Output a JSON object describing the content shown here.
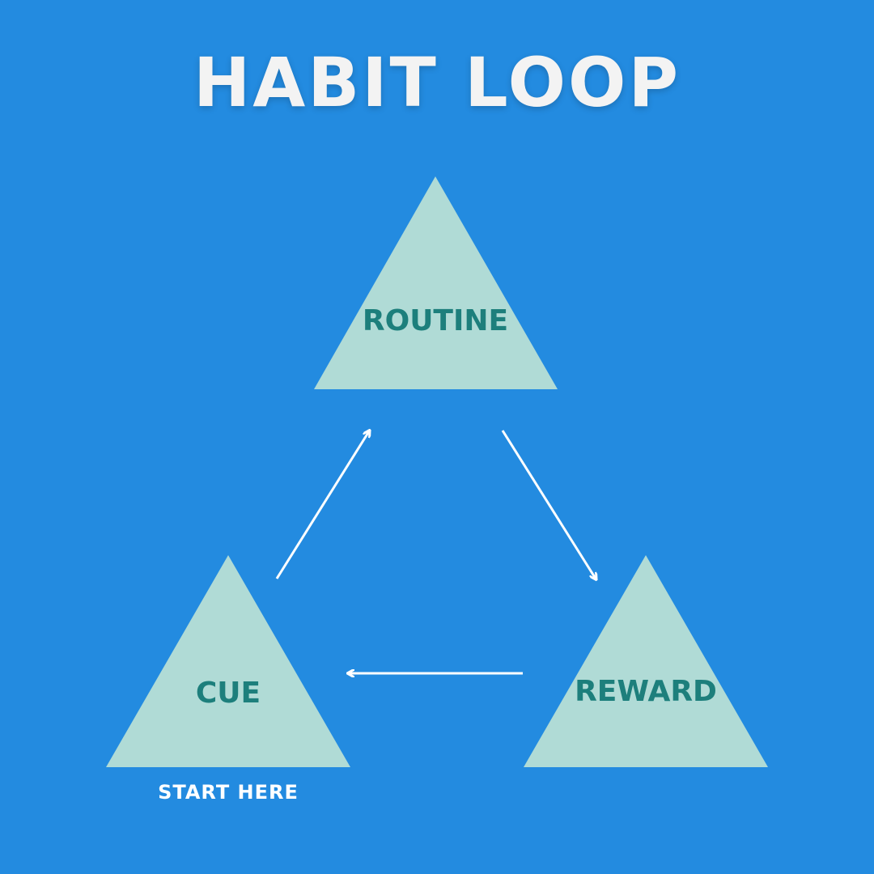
{
  "title": "HABIT LOOP",
  "colors": {
    "background": "#238be0",
    "triangle_fill": "#b0dbd6",
    "label_text": "#1d7f7c",
    "title_text": "#f3f3f3",
    "arrow": "#ffffff"
  },
  "nodes": [
    {
      "id": "routine",
      "label": "ROUTINE"
    },
    {
      "id": "reward",
      "label": "REWARD"
    },
    {
      "id": "cue",
      "label": "CUE"
    }
  ],
  "edges": [
    {
      "from": "cue",
      "to": "routine"
    },
    {
      "from": "routine",
      "to": "reward"
    },
    {
      "from": "reward",
      "to": "cue"
    }
  ],
  "start_note": "START HERE"
}
